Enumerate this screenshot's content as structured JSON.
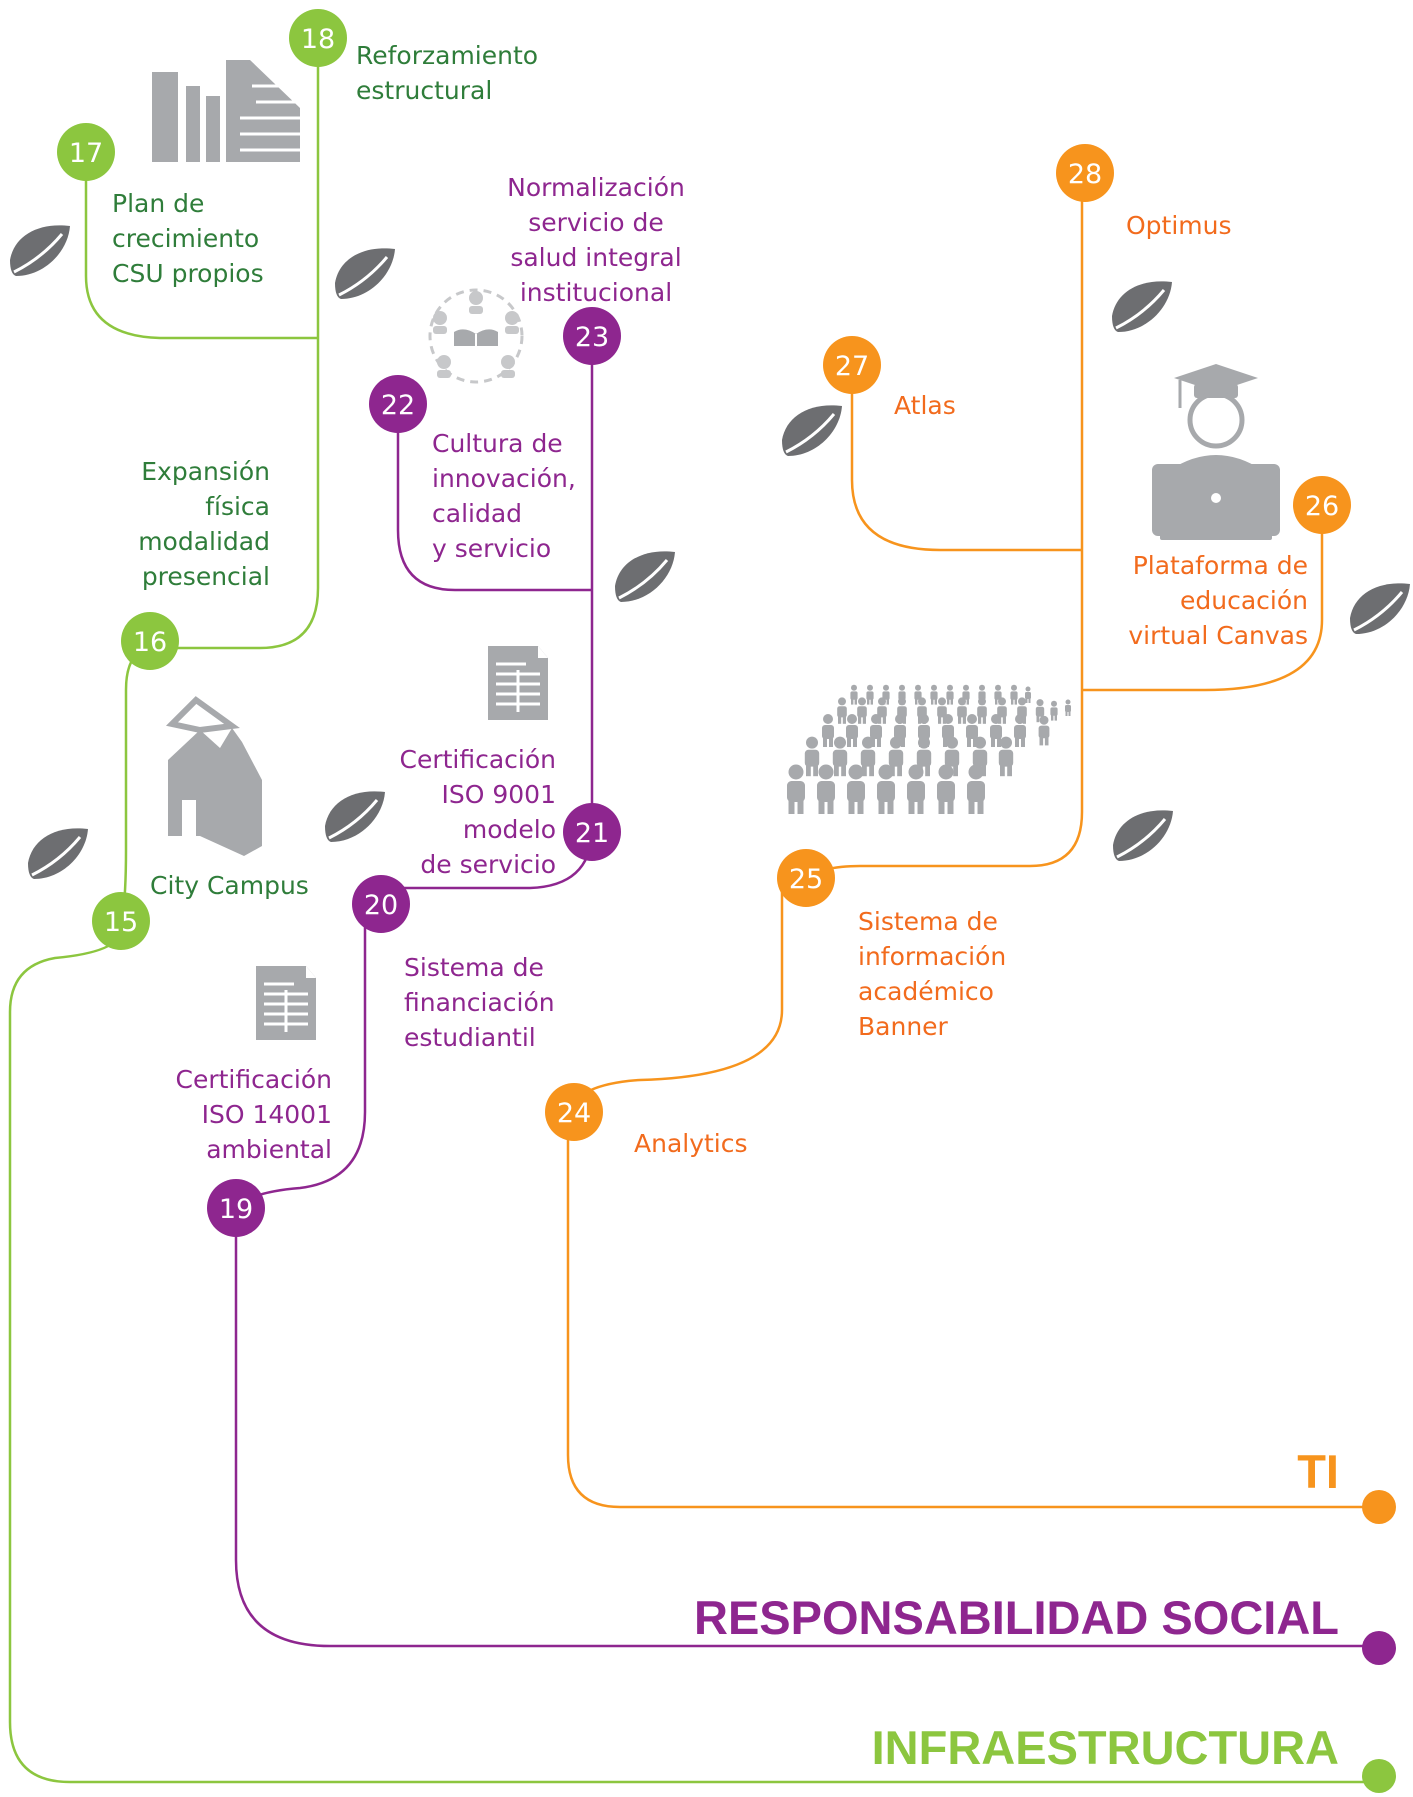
{
  "colors": {
    "infraestructura": "#8cc63f",
    "responsabilidad_social": "#8e268f",
    "ti": "#f7941d",
    "leaf": "#6d6e71",
    "icon": "#a7a9ac"
  },
  "branches": {
    "ti": "TI",
    "responsabilidad_social": "RESPONSABILIDAD SOCIAL",
    "infraestructura": "INFRAESTRUCTURA"
  },
  "milestones": [
    {
      "number": "15",
      "label": "",
      "branch": "infraestructura"
    },
    {
      "number": "16",
      "label": "City Campus",
      "branch": "infraestructura"
    },
    {
      "number": "17",
      "label": "Plan de\ncrecimiento\nCSU propios",
      "branch": "infraestructura"
    },
    {
      "number": "18",
      "label": "Reforzamiento\nestructural",
      "branch": "infraestructura"
    },
    {
      "number": "19",
      "label": "Certificación\nISO 14001\nambiental",
      "branch": "responsabilidad_social"
    },
    {
      "number": "20",
      "label": "Sistema de\nfinanciación\nestudiantil",
      "branch": "responsabilidad_social"
    },
    {
      "number": "21",
      "label": "Certificación\nISO 9001\nmodelo\nde servicio",
      "branch": "responsabilidad_social"
    },
    {
      "number": "22",
      "label": "Cultura de\ninnovación,\ncalidad\ny servicio",
      "branch": "responsabilidad_social"
    },
    {
      "number": "23",
      "label": "Normalización\nservicio de\nsalud integral\ninstitucional",
      "branch": "responsabilidad_social"
    },
    {
      "number": "24",
      "label": "Analytics",
      "branch": "ti"
    },
    {
      "number": "25",
      "label": "Sistema de\ninformación\nacadémico\nBanner",
      "branch": "ti"
    },
    {
      "number": "26",
      "label": "Plataforma de\neducación\nvirtual Canvas",
      "branch": "ti"
    },
    {
      "number": "27",
      "label": "Atlas",
      "branch": "ti"
    },
    {
      "number": "28",
      "label": "Optimus",
      "branch": "ti"
    }
  ],
  "extra_labels": {
    "expansion": "Expansión\nfísica\nmodalidad\npresencial"
  },
  "icons": [
    "buildings-icon",
    "house-icon",
    "circle-people-book-icon",
    "document-icon",
    "graduate-laptop-icon",
    "crowd-icon",
    "leaf-icon"
  ]
}
